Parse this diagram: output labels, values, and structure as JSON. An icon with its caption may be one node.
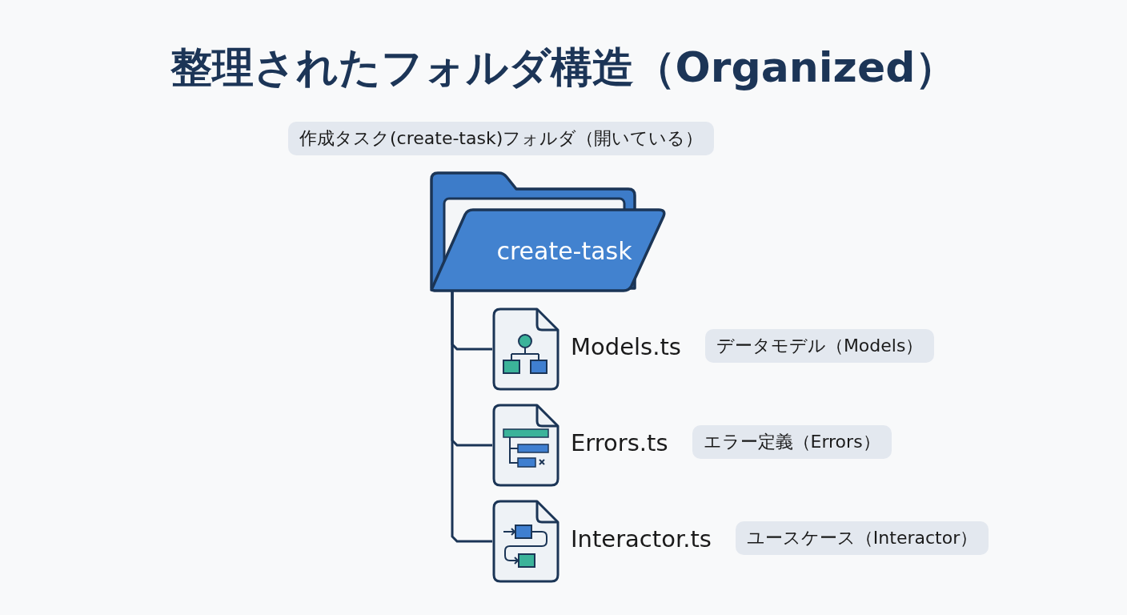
{
  "diagram": {
    "title": "整理されたフォルダ構造（Organized）",
    "nodes": [
      {
        "text": [
          "create-task"
        ],
        "beside": [
          "作成タスク(create-task)フォルダ（開いている）"
        ]
      },
      {
        "text": [
          "Models.ts",
          "データモデル（Models）"
        ]
      },
      {
        "text": [
          "Errors.ts",
          "エラー定義（Errors）"
        ]
      },
      {
        "text": [
          "Interactor.ts",
          "ユースケース（Interactor）"
        ]
      }
    ],
    "edges": [
      {
        "from": 0,
        "to": 1,
        "arrow": "none"
      },
      {
        "from": 0,
        "to": 2,
        "arrow": "none"
      },
      {
        "from": 0,
        "to": 3,
        "arrow": "none"
      }
    ]
  }
}
